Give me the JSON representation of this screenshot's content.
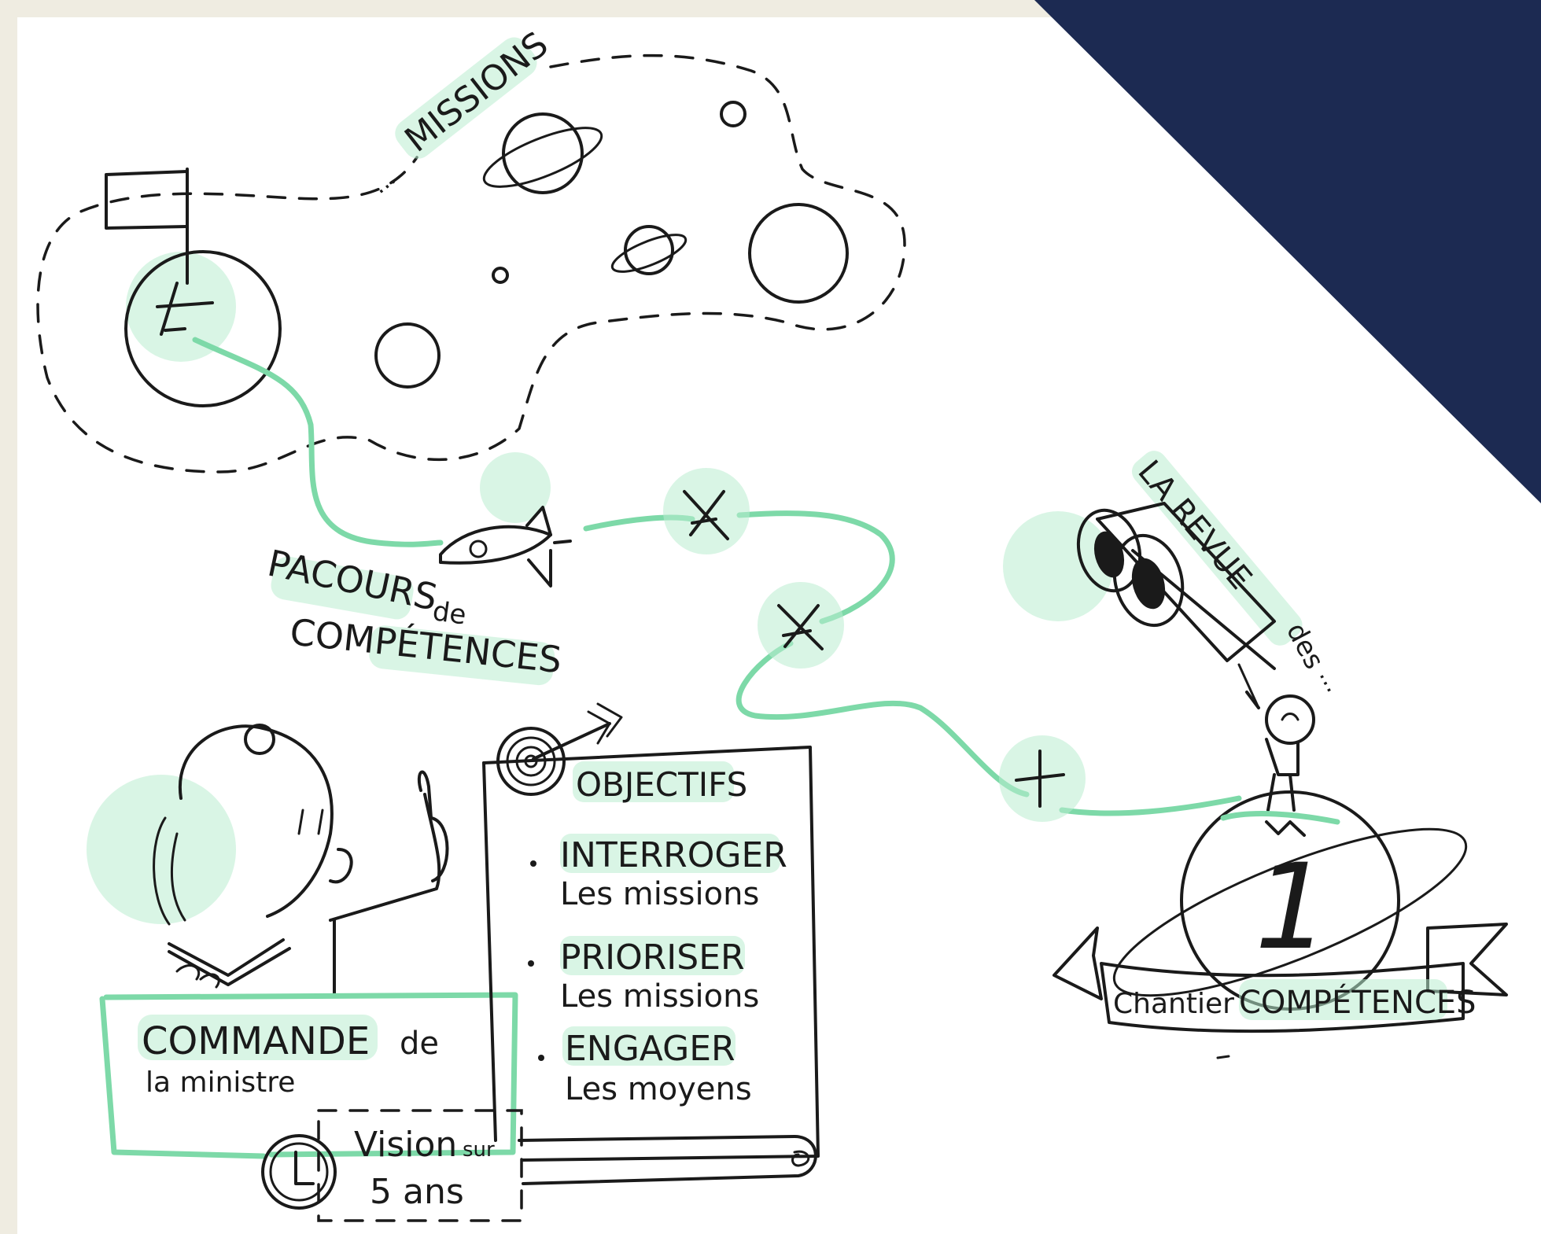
{
  "colors": {
    "page_bg": "#efece1",
    "canvas_bg": "#ffffff",
    "ink": "#1a1a1a",
    "accent_green": "#7dd9a8",
    "highlight_green": "#b9edd0",
    "navy_corner": "#1c2a52"
  },
  "labels": {
    "missions": "MISSIONS",
    "missions_ellipsis": "...",
    "parcours_line1": "PACOURS",
    "parcours_de": "de",
    "parcours_line2": "COMPÉTENCES",
    "revue_la": "LA REVUE",
    "revue_des": "des",
    "revue_ellipsis": "...",
    "objectifs_title": "OBJECTIFS",
    "objectif_1_verb": "INTERROGER",
    "objectif_1_rest": "Les missions",
    "objectif_2_verb": "PRIORISER",
    "objectif_2_rest": "Les missions",
    "objectif_3_verb": "ENGAGER",
    "objectif_3_rest": "Les moyens",
    "commande_title": "COMMANDE",
    "commande_de": "de",
    "commande_rest": "la ministre",
    "vision_line1": "Vision",
    "vision_sur": "sur",
    "vision_line2": "5 ans",
    "chantier_number": "1",
    "chantier_word": "Chantier",
    "chantier_title": "COMPÉTENCES"
  },
  "icons": [
    "flag-icon",
    "planet-icon",
    "moon-icon",
    "rocket-icon",
    "milestone-cross-icon",
    "binoculars-icon",
    "target-icon",
    "arrow-icon",
    "clock-icon",
    "scroll-icon",
    "ribbon-banner-icon",
    "open-book-icon",
    "person-icon"
  ]
}
